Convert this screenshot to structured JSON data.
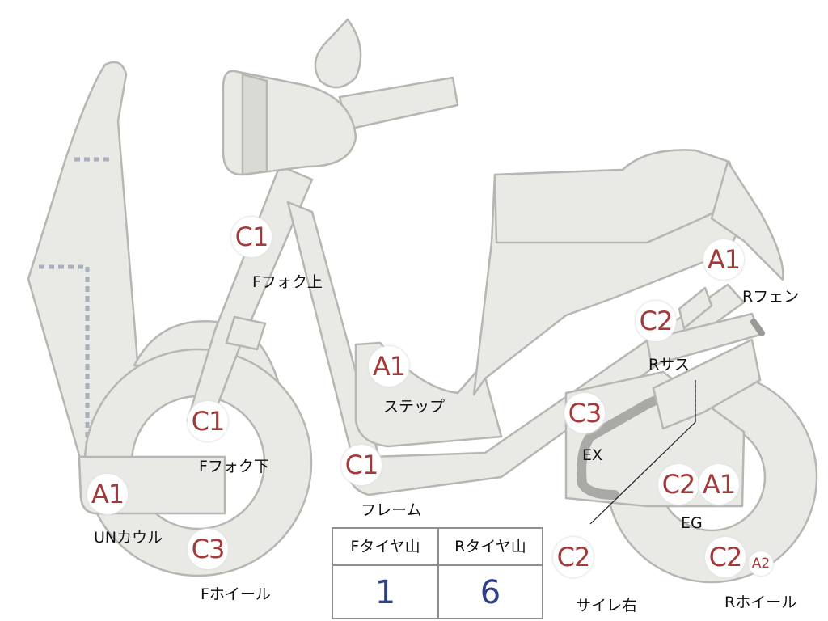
{
  "badges": {
    "c1_fork_upper": "C1",
    "a1_rear_fender": "A1",
    "c2_rear_suspension": "C2",
    "a1_step": "A1",
    "c3_exhaust": "C3",
    "c1_fork_lower": "C1",
    "c1_frame": "C1",
    "c2_engine": "C2",
    "a1_engine": "A1",
    "a1_under_cowl": "A1",
    "c2_muffler": "C2",
    "c3_front_wheel": "C3",
    "c2_rear_wheel": "C2",
    "a2_rear_wheel": "A2"
  },
  "labels": {
    "fork_upper": "Fフォク上",
    "rear_fender": "Rフェン",
    "rear_suspension": "Rサス",
    "step": "ステップ",
    "exhaust": "EX",
    "fork_lower": "Fフォク下",
    "frame": "フレーム",
    "engine": "EG",
    "under_cowl": "UNカウル",
    "muffler": "サイレ右",
    "front_wheel": "Fホイール",
    "rear_wheel": "Rホイール"
  },
  "tire_table": {
    "headers": [
      "Fタイヤ山",
      "Rタイヤ山"
    ],
    "values": [
      "1",
      "6"
    ]
  }
}
